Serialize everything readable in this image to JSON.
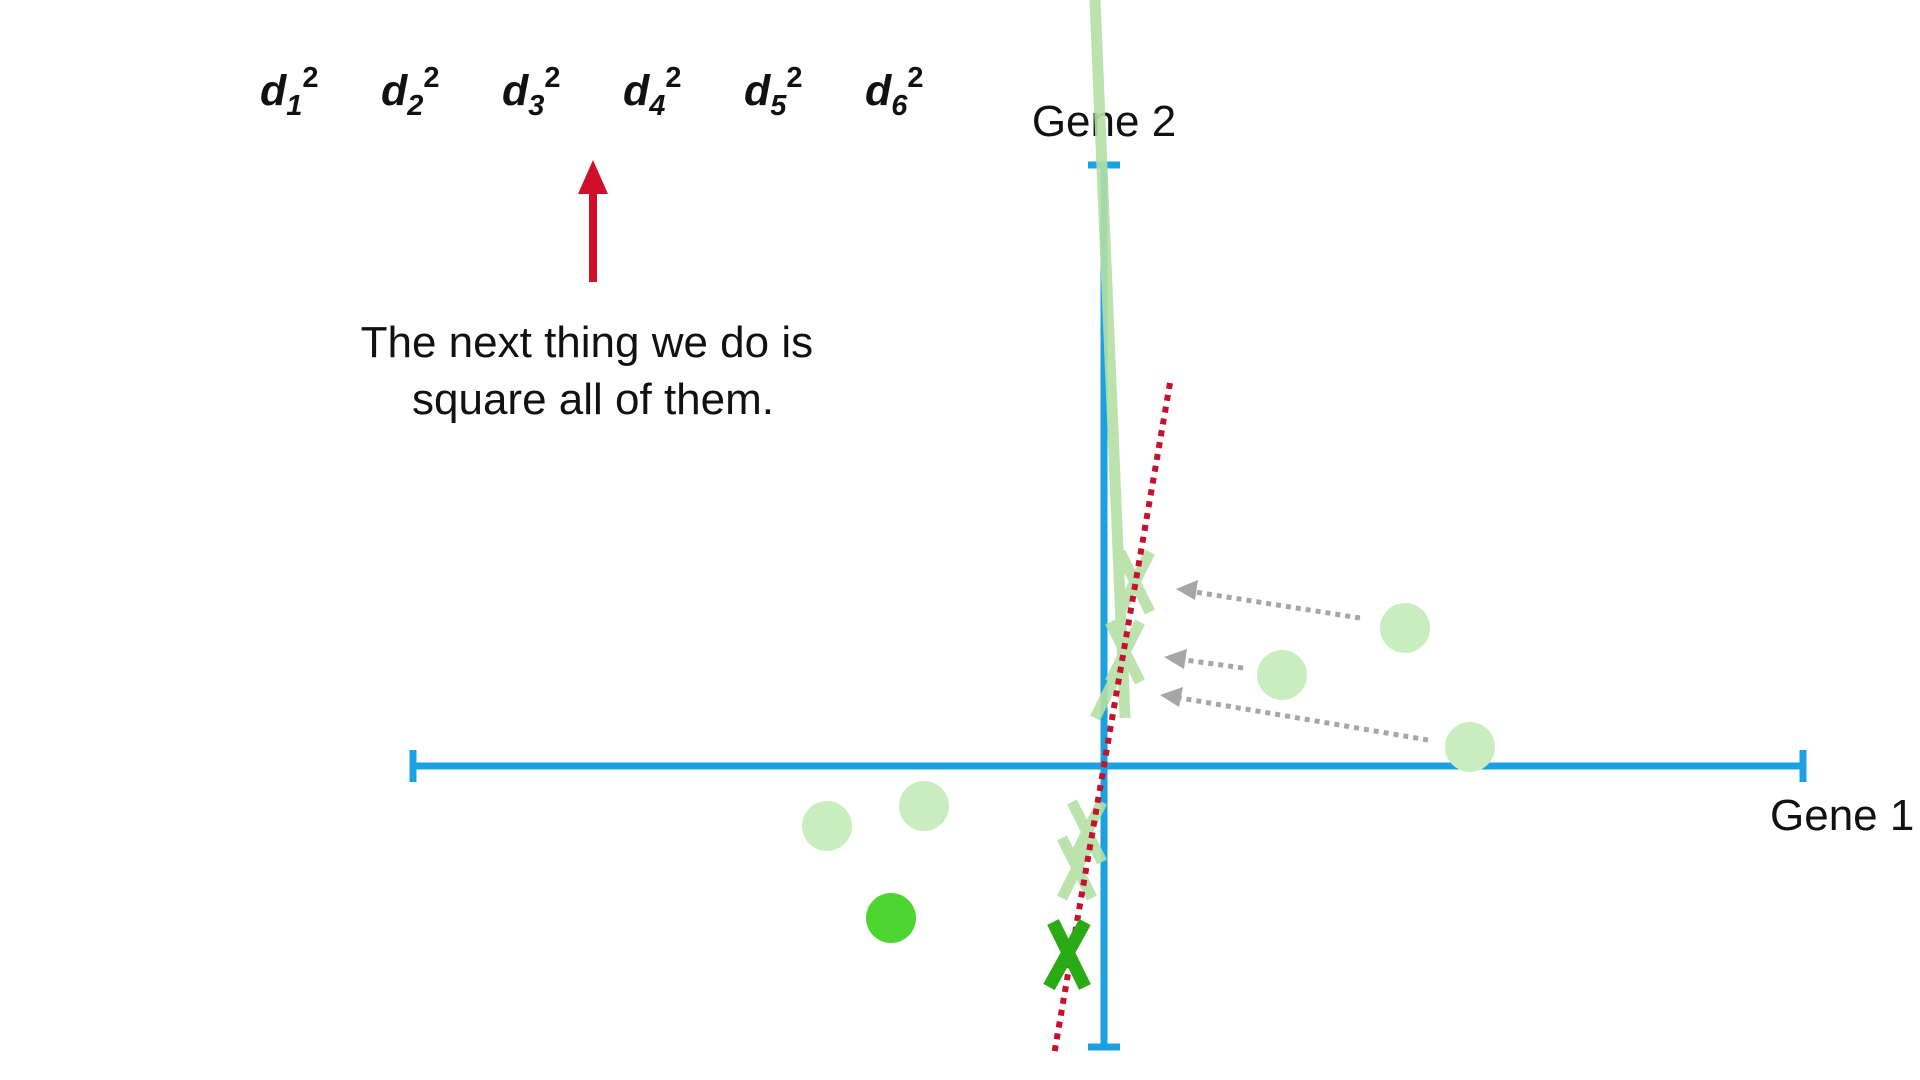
{
  "distance_labels": [
    {
      "base": "d",
      "sub": "1",
      "sup": "2"
    },
    {
      "base": "d",
      "sub": "2",
      "sup": "2"
    },
    {
      "base": "d",
      "sub": "3",
      "sup": "2"
    },
    {
      "base": "d",
      "sub": "4",
      "sup": "2"
    },
    {
      "base": "d",
      "sub": "5",
      "sup": "2"
    },
    {
      "base": "d",
      "sub": "6",
      "sup": "2"
    }
  ],
  "caption": {
    "line1": "The next thing we do is",
    "line2": "square all of them."
  },
  "axes": {
    "x_label": "Gene 1",
    "y_label": "Gene 2"
  },
  "colors": {
    "axis": "#1ba1e2",
    "arrow": "#d0102a",
    "fit_line": "#c8102e",
    "point_faded": "#c9edbf",
    "point_active": "#4cd62f",
    "cross_faded": "#b5e0a6",
    "cross_active": "#2aaa14",
    "projection_arrow": "#a6a6a6"
  },
  "icons": {
    "pointer": "red-up-arrow-icon",
    "projected_point": "x-mark-icon"
  }
}
